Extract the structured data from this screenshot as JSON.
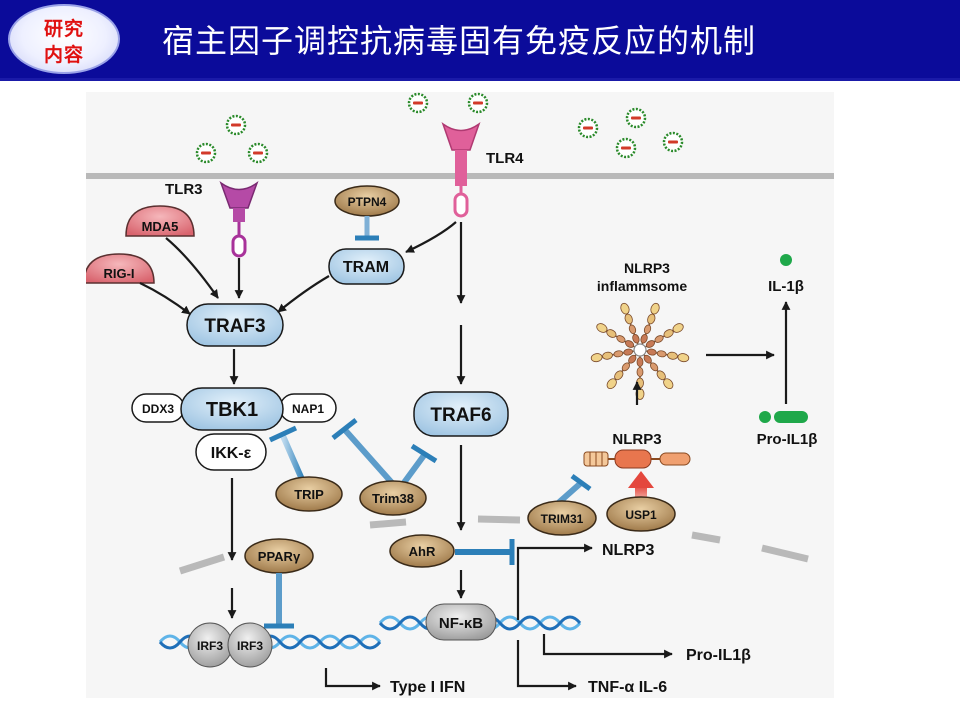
{
  "header": {
    "badge_line1": "研究",
    "badge_line2": "内容",
    "title": "宿主因子调控抗病毒固有免疫反应的机制"
  },
  "diagram": {
    "receptors": {
      "tlr3": "TLR3",
      "tlr4": "TLR4"
    },
    "sensors": {
      "mda5": "MDA5",
      "rig_i": "RIG-I"
    },
    "adaptors": {
      "traf3": "TRAF3",
      "tram": "TRAM",
      "traf6": "TRAF6",
      "tbk1": "TBK1",
      "ddx3": "DDX3",
      "nap1": "NAP1",
      "ikk": "IKK-ε"
    },
    "regulators": {
      "ptpn4": "PTPN4",
      "trip": "TRIP",
      "trim38": "Trim38",
      "ppar": "PPARγ",
      "ahr": "AhR",
      "trim31": "TRIM31",
      "usp1": "USP1"
    },
    "transcription": {
      "irf3_a": "IRF3",
      "irf3_b": "IRF3",
      "nfkb": "NF-κB"
    },
    "inflammasome": {
      "label1": "NLRP3",
      "label2": "inflammsome",
      "nlrp3": "NLRP3"
    },
    "cytokines": {
      "il1b": "IL-1β",
      "pro_il1b": "Pro-IL1β"
    },
    "outputs": {
      "type1_ifn": "Type I IFN",
      "nlrp3": "NLRP3",
      "pro_il1b": "Pro-IL1β",
      "tnf_il6": "TNF-α  IL-6"
    },
    "colors": {
      "header_bg": "#0b0b9a",
      "receptor": "#a8329a",
      "tlr4": "#e0609a",
      "sensor": "#e07a82",
      "adaptor": "#a9cce6",
      "regulator": "#a8834e",
      "inhibition": "#2c7fb8",
      "activation": "#e8645a",
      "virus": "#2a8a2a",
      "il1b": "#1fa84a"
    }
  }
}
